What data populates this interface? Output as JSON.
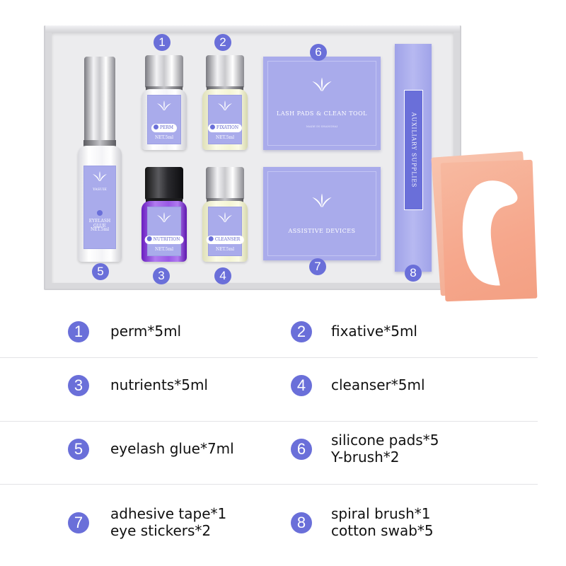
{
  "box": {
    "aux_label": "AUXILIARY SUPPLIES",
    "pack_top": {
      "title": "LASH PADS & CLEAN TOOL",
      "small": "MADE IN SHANGHAI"
    },
    "pack_bottom": {
      "title": "ASSISTIVE DEVICES"
    },
    "brand": "YASUIE",
    "bottles": [
      {
        "label": "PERM",
        "net": "NET.5ml"
      },
      {
        "label": "FIXATION",
        "net": "NET.5ml"
      },
      {
        "label": "NUTRITION",
        "net": "NET.5ml"
      },
      {
        "label": "CLEANSER",
        "net": "NET.5ml"
      },
      {
        "label": "EYELASH GLUE",
        "net": "NET.5ml"
      }
    ],
    "markers": [
      "1",
      "2",
      "3",
      "4",
      "5",
      "6",
      "7",
      "8"
    ]
  },
  "items": [
    {
      "num": "1",
      "lines": [
        "perm*5ml"
      ]
    },
    {
      "num": "2",
      "lines": [
        "fixative*5ml"
      ]
    },
    {
      "num": "3",
      "lines": [
        "nutrients*5ml"
      ]
    },
    {
      "num": "4",
      "lines": [
        "cleanser*5ml"
      ]
    },
    {
      "num": "5",
      "lines": [
        "eyelash glue*7ml"
      ]
    },
    {
      "num": "6",
      "lines": [
        "silicone pads*5",
        "Y-brush*2"
      ]
    },
    {
      "num": "7",
      "lines": [
        "adhesive tape*1",
        "eye stickers*2"
      ]
    },
    {
      "num": "8",
      "lines": [
        "spiral brush*1",
        "cotton swab*5"
      ]
    }
  ],
  "colors": {
    "accent": "#6a6fd9",
    "lavender": "#a9abeb",
    "purple_bottle": "#9a59e6",
    "packet": "#f6a78c",
    "text": "#111111"
  }
}
